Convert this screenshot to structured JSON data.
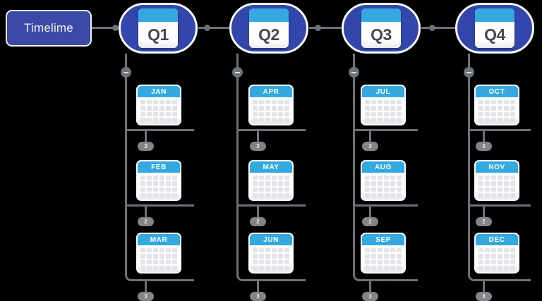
{
  "diagram": {
    "type": "timeline-tree",
    "root": {
      "label": "Timelime"
    },
    "colors": {
      "root_fill": "#3b4aa8",
      "quarter_fill": "#3346ab",
      "calendar_header": "#33a9e0",
      "connector": "#6d7278",
      "badge_fill": "#80858a",
      "card_body": "#ffffff"
    },
    "quarters": [
      {
        "label": "Q1",
        "collapse_icon": "minus-circle-icon",
        "months": [
          {
            "label": "JAN",
            "badge": "3"
          },
          {
            "label": "FEB",
            "badge": "2"
          },
          {
            "label": "MAR",
            "badge": "3"
          }
        ]
      },
      {
        "label": "Q2",
        "collapse_icon": "minus-circle-icon",
        "months": [
          {
            "label": "APR",
            "badge": "3"
          },
          {
            "label": "MAY",
            "badge": "2"
          },
          {
            "label": "JUN",
            "badge": "3"
          }
        ]
      },
      {
        "label": "Q3",
        "collapse_icon": "minus-circle-icon",
        "months": [
          {
            "label": "JUL",
            "badge": "3"
          },
          {
            "label": "AUG",
            "badge": "2"
          },
          {
            "label": "SEP",
            "badge": "3"
          }
        ]
      },
      {
        "label": "Q4",
        "collapse_icon": "minus-circle-icon",
        "months": [
          {
            "label": "OCT",
            "badge": "3"
          },
          {
            "label": "NOV",
            "badge": "2"
          },
          {
            "label": "DEC",
            "badge": "3"
          }
        ]
      }
    ]
  }
}
